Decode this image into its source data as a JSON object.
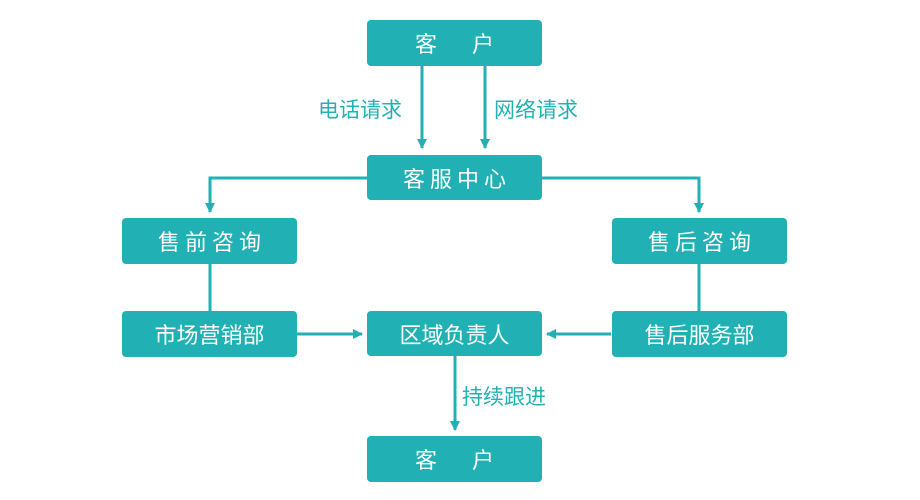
{
  "nodes": {
    "customer_top": "客 户",
    "service_center": "客服中心",
    "presales": "售前咨询",
    "aftersales": "售后咨询",
    "marketing": "市场营销部",
    "regional": "区域负责人",
    "aftersales_dept": "售后服务部",
    "customer_bottom": "客 户"
  },
  "edges": {
    "phone_request": "电话请求",
    "network_request": "网络请求",
    "follow_up": "持续跟进"
  },
  "colors": {
    "accent": "#21b1b5",
    "text_on_accent": "#ffffff"
  }
}
